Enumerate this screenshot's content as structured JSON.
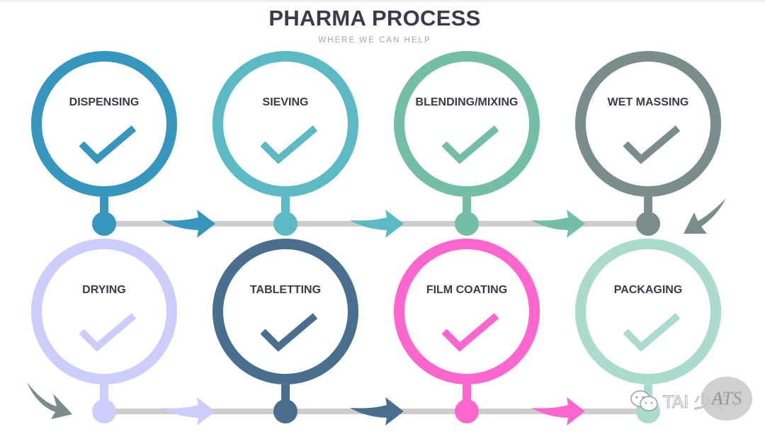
{
  "header": {
    "title": "PHARMA PROCESS",
    "subtitle": "WHERE WE CAN HELP"
  },
  "diagram": {
    "connector_color": "#cccccc",
    "steps": [
      {
        "label": "DISPENSING",
        "color": "#3796bd",
        "icon": "check-icon"
      },
      {
        "label": "SIEVING",
        "color": "#5bbac4",
        "icon": "check-icon"
      },
      {
        "label": "BLENDING/MIXING",
        "color": "#74bfa4",
        "icon": "check-icon"
      },
      {
        "label": "WET MASSING",
        "color": "#7a8c8c",
        "icon": "check-icon"
      },
      {
        "label": "DRYING",
        "color": "#cccdfb",
        "icon": "check-icon"
      },
      {
        "label": "TABLETTING",
        "color": "#4a6f8e",
        "icon": "check-icon"
      },
      {
        "label": "FILM COATING",
        "color": "#fd66cc",
        "icon": "check-icon"
      },
      {
        "label": "PACKAGING",
        "color": "#abdbcb",
        "icon": "check-icon"
      }
    ],
    "turn_arrow_color": "#7a8c8c"
  },
  "watermark": {
    "icon": "wechat-icon",
    "text": "TAI 少年",
    "logo_text": "ATS"
  }
}
